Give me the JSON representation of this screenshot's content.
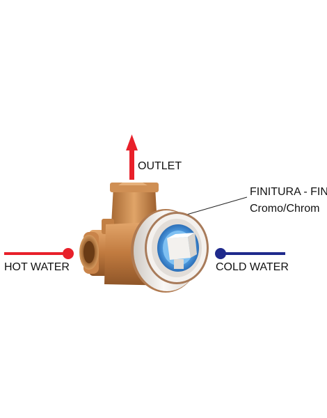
{
  "labels": {
    "outlet": "OUTLET",
    "hot_water": "HOT WATER",
    "cold_water": "COLD WATER",
    "finish_line1": "FINITURA - FIN",
    "finish_line2": "Cromo/Chrom"
  },
  "colors": {
    "hot": "#e8202a",
    "cold": "#1f2a8c",
    "outlet_arrow": "#e8202a",
    "brass": "#c8854a",
    "chrome": "#e9e6e2",
    "cartridge_blue": "#3b8fd6"
  }
}
